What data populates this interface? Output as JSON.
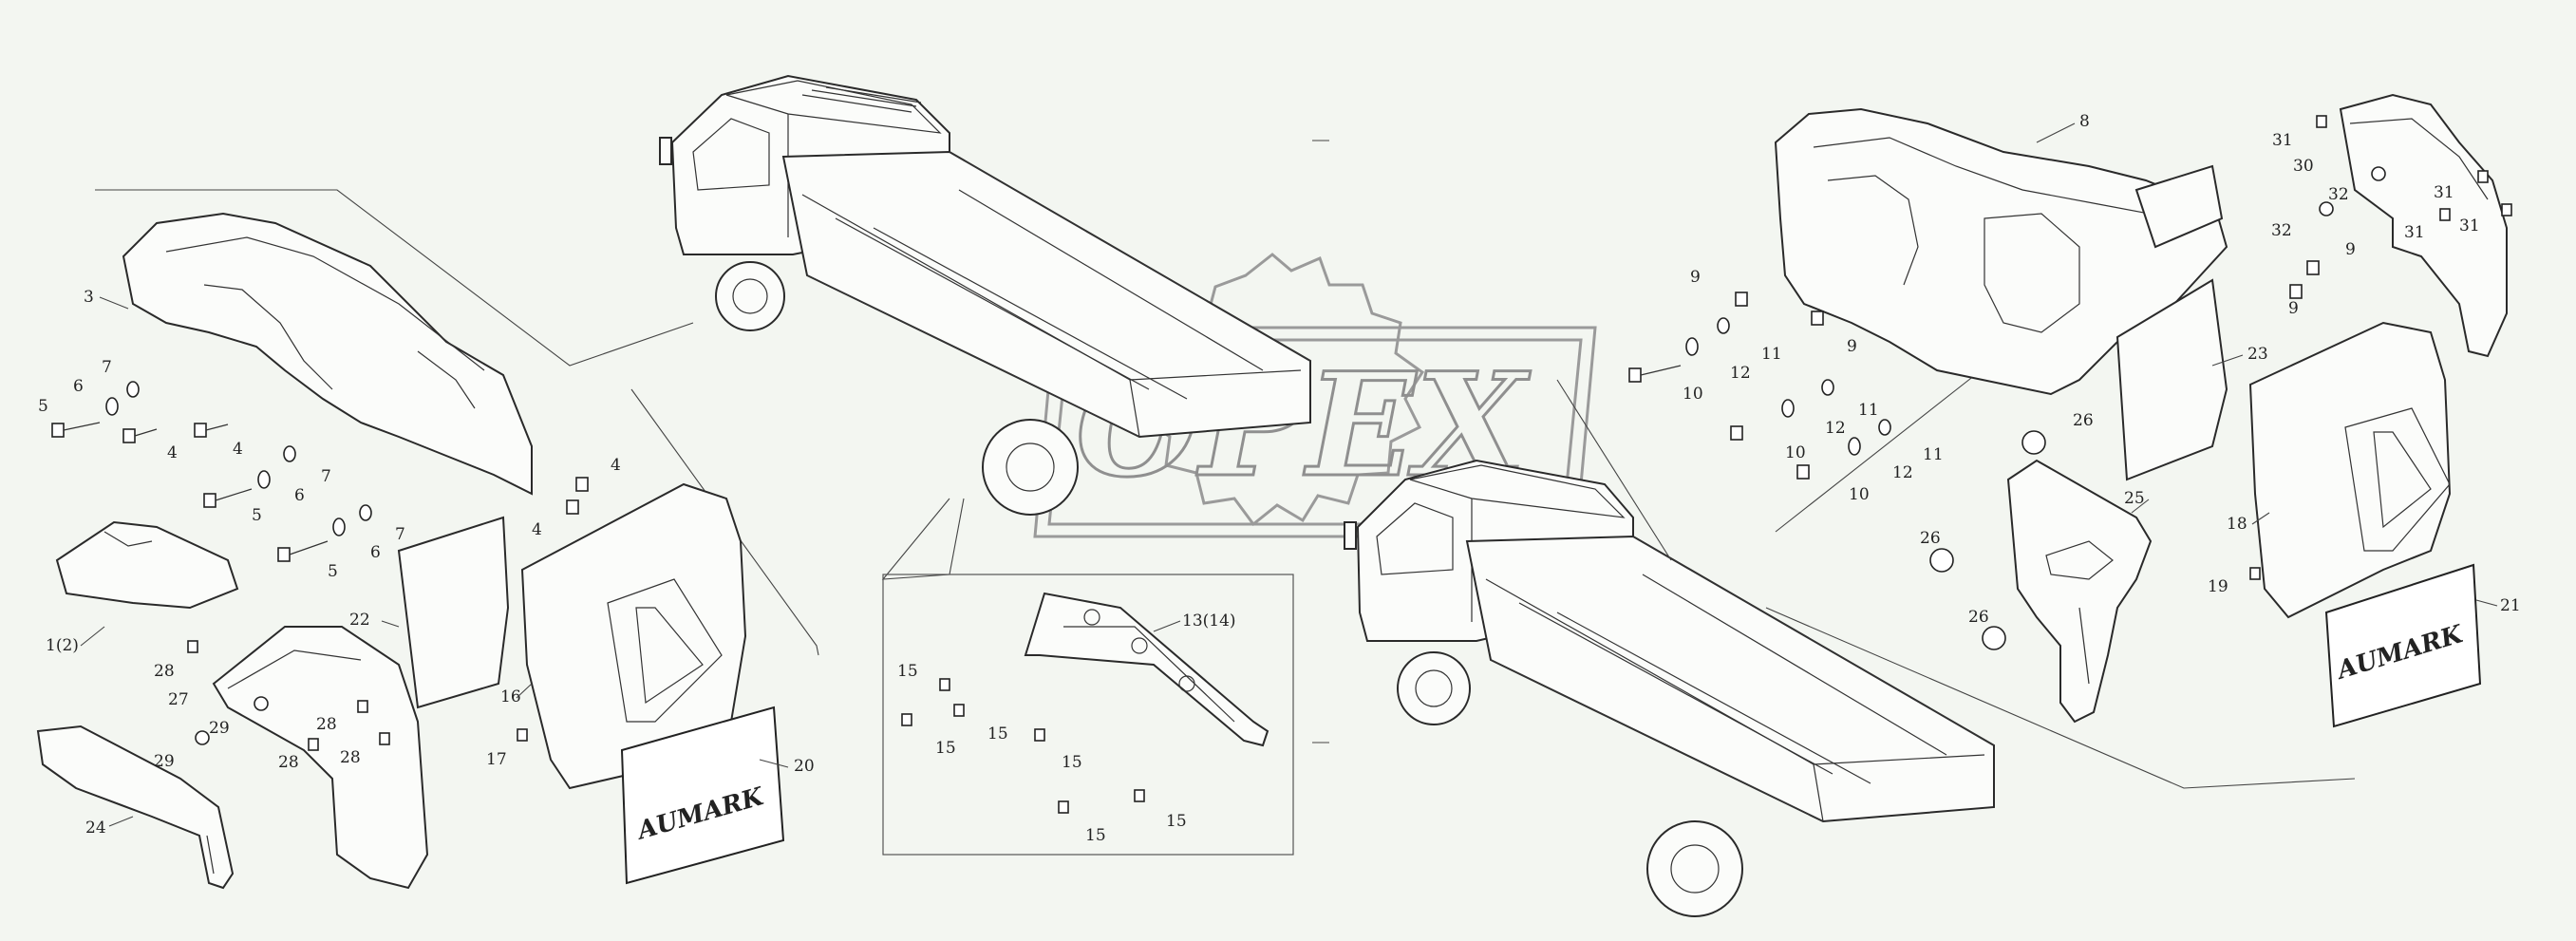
{
  "diagram": {
    "watermark": "OPEX",
    "mudflap_brand": "AUMARK",
    "callouts": [
      "1(2)",
      "3",
      "4",
      "5",
      "6",
      "7",
      "8",
      "9",
      "10",
      "11",
      "12",
      "13(14)",
      "15",
      "16",
      "17",
      "18",
      "19",
      "20",
      "21",
      "22",
      "23",
      "24",
      "25",
      "26",
      "27",
      "28",
      "29",
      "30",
      "31",
      "32"
    ]
  }
}
